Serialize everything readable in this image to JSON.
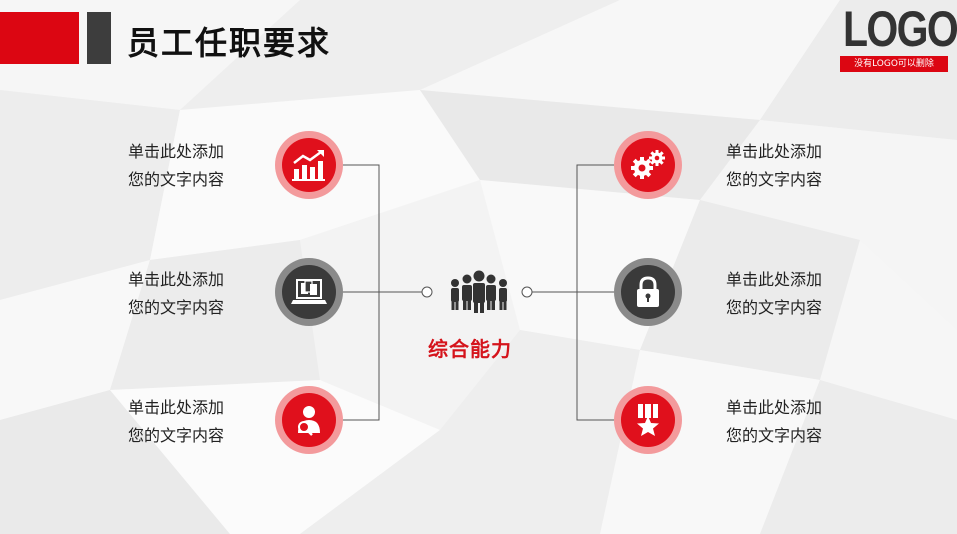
{
  "header": {
    "title": "员工任职要求"
  },
  "logo": {
    "text": "LOGO",
    "subtitle": "没有LOGO可以删除"
  },
  "center": {
    "label": "综合能力",
    "icon": "people-group-icon"
  },
  "left_items": [
    {
      "line1": "单击此处添加",
      "line2": "您的文字内容",
      "icon": "growth-chart-icon",
      "style": "red"
    },
    {
      "line1": "单击此处添加",
      "line2": "您的文字内容",
      "icon": "laptop-documents-icon",
      "style": "dark"
    },
    {
      "line1": "单击此处添加",
      "line2": "您的文字内容",
      "icon": "person-search-icon",
      "style": "red"
    }
  ],
  "right_items": [
    {
      "line1": "单击此处添加",
      "line2": "您的文字内容",
      "icon": "gears-icon",
      "style": "red"
    },
    {
      "line1": "单击此处添加",
      "line2": "您的文字内容",
      "icon": "lock-icon",
      "style": "dark"
    },
    {
      "line1": "单击此处添加",
      "line2": "您的文字内容",
      "icon": "medal-icon",
      "style": "red"
    }
  ],
  "colors": {
    "accent_red": "#dc0612",
    "accent_dark": "#3d3d3d",
    "circle_red": "#e0101c",
    "circle_red_ring": "#f39a9c",
    "circle_dark": "#3a3a3a",
    "circle_dark_ring": "#8a8a8a"
  }
}
